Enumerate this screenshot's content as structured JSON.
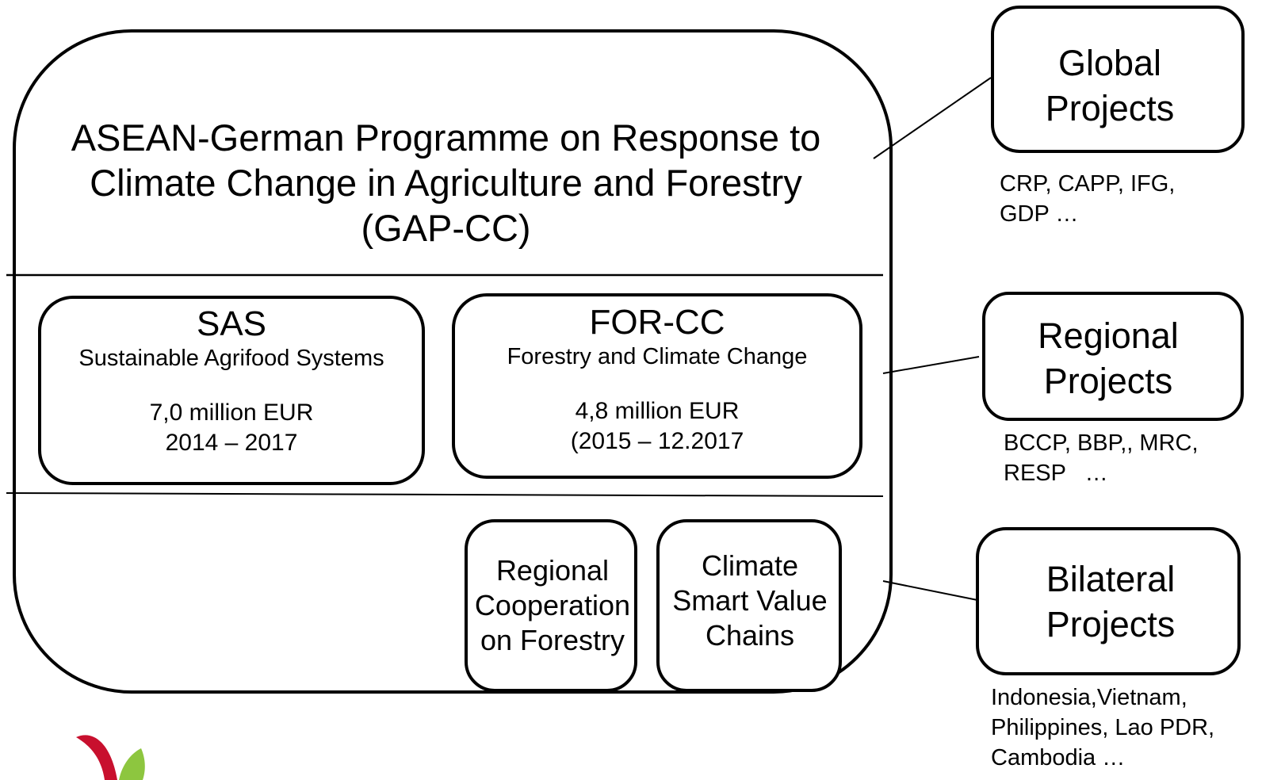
{
  "main": {
    "title_lines": [
      "ASEAN-German Programme on Response to",
      "Climate Change in Agriculture and Forestry",
      "(GAP-CC)"
    ],
    "programmes": [
      {
        "name": "SAS",
        "subtitle": "Sustainable Agrifood Systems",
        "budget": "7,0 million EUR",
        "period": "2014 – 2017"
      },
      {
        "name": "FOR-CC",
        "subtitle": "Forestry and Climate Change",
        "budget": "4,8 million EUR",
        "period": "(2015 – 12.2017"
      }
    ],
    "subcomponents": [
      {
        "lines": [
          "Regional",
          "Cooperation",
          "on Forestry"
        ]
      },
      {
        "lines": [
          "Climate",
          "Smart Value",
          "Chains"
        ]
      }
    ]
  },
  "side_boxes": [
    {
      "lines": [
        "Global",
        "Projects"
      ],
      "list": [
        "CRP, CAPP, IFG,",
        "GDP …"
      ]
    },
    {
      "lines": [
        "Regional",
        "Projects"
      ],
      "list": [
        "BCCP, BBP,, MRC,",
        "RESP   …"
      ]
    },
    {
      "lines": [
        "Bilateral",
        "Projects"
      ],
      "list": [
        "Indonesia,Vietnam,",
        "Philippines, Lao PDR,",
        "Cambodia …"
      ]
    }
  ],
  "colors": {
    "stroke": "#000000",
    "logo_red": "#c8102e",
    "logo_green": "#8dc63f"
  },
  "logo_icon": "partner-logo-icon"
}
